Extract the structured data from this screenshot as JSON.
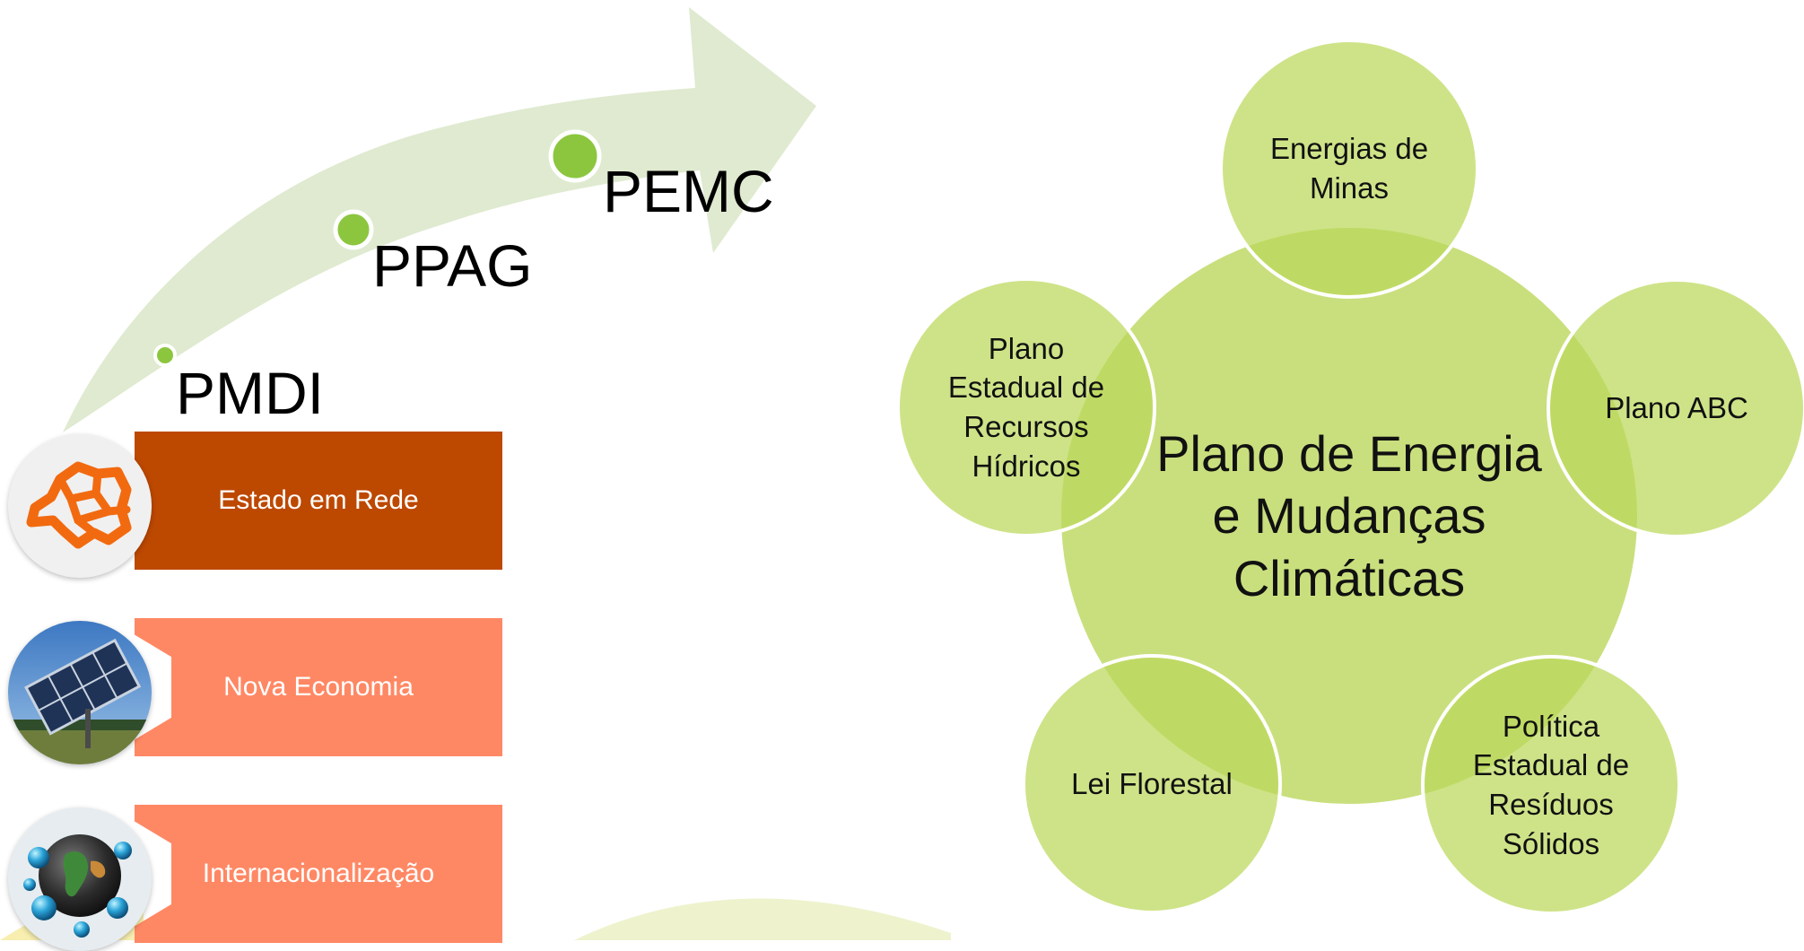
{
  "milestones": [
    {
      "label": "PMDI"
    },
    {
      "label": "PPAG"
    },
    {
      "label": "PEMC"
    }
  ],
  "initiatives": [
    {
      "label": "Estado em Rede",
      "color": "#bd4800",
      "icon": "network-map-icon"
    },
    {
      "label": "Nova Economia",
      "color": "#ff8864",
      "icon": "solar-panel-icon"
    },
    {
      "label": "Internacionalização",
      "color": "#ff8864",
      "icon": "globe-icon"
    }
  ],
  "diagram": {
    "center": "Plano de Energia e Mudanças Climáticas",
    "nodes": [
      {
        "label": "Energias de Minas"
      },
      {
        "label": "Plano ABC"
      },
      {
        "label": "Política Estadual de Resíduos Sólidos"
      },
      {
        "label": "Lei Florestal"
      },
      {
        "label": "Plano Estadual de Recursos Hídricos"
      }
    ]
  },
  "colors": {
    "arrow": "#dfead0",
    "milestone_dot": "#8cc63e",
    "diagram_green": "#bbd85a",
    "background_swoosh": "#e9efbf"
  }
}
